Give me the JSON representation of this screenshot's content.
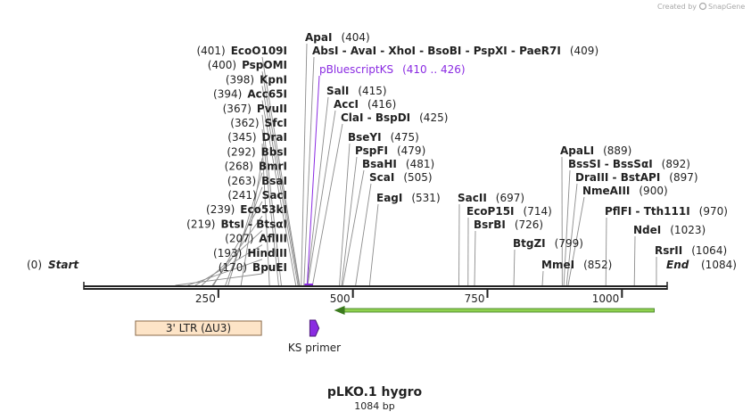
{
  "credit": {
    "text": "Created by",
    "brand": "SnapGene"
  },
  "plasmid": {
    "name": "pLKO.1 hygro",
    "size_label": "1084 bp",
    "length": 1084
  },
  "colors": {
    "backbone": "#222222",
    "leader": "#8c8c8c",
    "primer": "#8a2be2",
    "ltr_fill": "#fde4c7",
    "ltr_stroke": "#8a6a4a",
    "orf": "#8fd14f",
    "orf_stroke": "#3b7a1e"
  },
  "ticks": [
    {
      "pos": 250,
      "label": "250"
    },
    {
      "pos": 500,
      "label": "500"
    },
    {
      "pos": 750,
      "label": "750"
    },
    {
      "pos": 1000,
      "label": "1000"
    }
  ],
  "left_labels": [
    {
      "pos": 401,
      "num": "(401)",
      "name": "EcoO109I"
    },
    {
      "pos": 400,
      "num": "(400)",
      "name": "PspOMI"
    },
    {
      "pos": 398,
      "num": "(398)",
      "name": "KpnI"
    },
    {
      "pos": 394,
      "num": "(394)",
      "name": "Acc65I"
    },
    {
      "pos": 367,
      "num": "(367)",
      "name": "PvuII"
    },
    {
      "pos": 362,
      "num": "(362)",
      "name": "SfcI"
    },
    {
      "pos": 345,
      "num": "(345)",
      "name": "DraI"
    },
    {
      "pos": 292,
      "num": "(292)",
      "name": "BbsI"
    },
    {
      "pos": 268,
      "num": "(268)",
      "name": "BmrI"
    },
    {
      "pos": 263,
      "num": "(263)",
      "name": "BsaI"
    },
    {
      "pos": 241,
      "num": "(241)",
      "name": "SacI"
    },
    {
      "pos": 239,
      "num": "(239)",
      "name": "Eco53kI"
    },
    {
      "pos": 219,
      "num": "(219)",
      "name": "BtsI - BtsαI"
    },
    {
      "pos": 207,
      "num": "(207)",
      "name": "AflIII"
    },
    {
      "pos": 193,
      "num": "(193)",
      "name": "HindIII"
    },
    {
      "pos": 170,
      "num": "(170)",
      "name": "BpuEI"
    }
  ],
  "right_labels": [
    {
      "pos": 404,
      "name": "ApaI",
      "num": "(404)"
    },
    {
      "pos": 409,
      "name": "AbsI - AvaI - XhoI - BsoBI - PspXI - PaeR7I",
      "num": "(409)"
    },
    {
      "pos": 415,
      "name": "SalI",
      "num": "(415)"
    },
    {
      "pos": 416,
      "name": "AccI",
      "num": "(416)"
    },
    {
      "pos": 425,
      "name": "ClaI - BspDI",
      "num": "(425)"
    },
    {
      "pos": 475,
      "name": "BseYI",
      "num": "(475)"
    },
    {
      "pos": 479,
      "name": "PspFI",
      "num": "(479)"
    },
    {
      "pos": 481,
      "name": "BsaHI",
      "num": "(481)"
    },
    {
      "pos": 505,
      "name": "ScaI",
      "num": "(505)"
    },
    {
      "pos": 531,
      "name": "EagI",
      "num": "(531)"
    },
    {
      "pos": 697,
      "name": "SacII",
      "num": "(697)"
    },
    {
      "pos": 714,
      "name": "EcoP15I",
      "num": "(714)"
    },
    {
      "pos": 726,
      "name": "BsrBI",
      "num": "(726)"
    },
    {
      "pos": 799,
      "name": "BtgZI",
      "num": "(799)"
    },
    {
      "pos": 852,
      "name": "MmeI",
      "num": "(852)"
    },
    {
      "pos": 889,
      "name": "ApaLI",
      "num": "(889)"
    },
    {
      "pos": 892,
      "name": "BssSI - BssSαI",
      "num": "(892)"
    },
    {
      "pos": 897,
      "name": "DraIII - BstAPI",
      "num": "(897)"
    },
    {
      "pos": 900,
      "name": "NmeAIII",
      "num": "(900)"
    },
    {
      "pos": 970,
      "name": "PflFI - Tth111I",
      "num": "(970)"
    },
    {
      "pos": 1023,
      "name": "NdeI",
      "num": "(1023)"
    },
    {
      "pos": 1064,
      "name": "RsrII",
      "num": "(1064)"
    }
  ],
  "start_label": {
    "num": "(0)",
    "name": "Start"
  },
  "end_label": {
    "name": "End",
    "num": "(1084)"
  },
  "primer_binding": {
    "name": "pBluescriptKS",
    "range": "(410 .. 426)",
    "start": 410,
    "end": 426
  },
  "features": [
    {
      "name": "3' LTR (ΔU3)",
      "start": 96,
      "end": 330,
      "kind": "box"
    },
    {
      "name": "KS primer",
      "start": 420,
      "end": 437,
      "kind": "primer"
    },
    {
      "name": "",
      "start": 465,
      "end": 1060,
      "kind": "orf-reverse"
    }
  ]
}
